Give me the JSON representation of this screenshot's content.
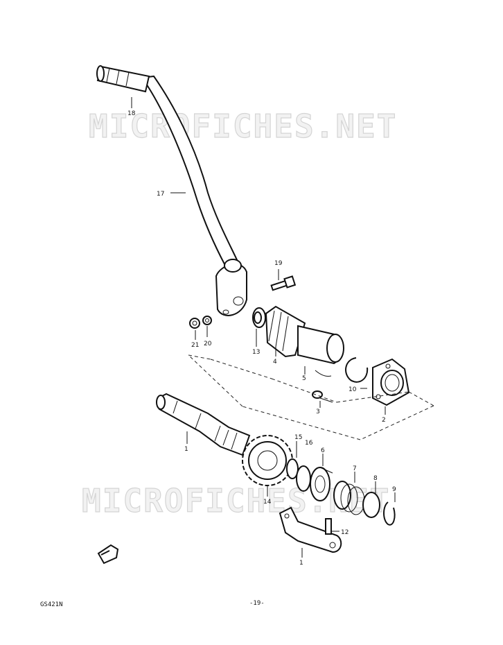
{
  "watermark": {
    "top": "MICROFICHES.NET",
    "bottom": "MICROFICHES.NET"
  },
  "part_labels": {
    "p1_shaft": "1",
    "p1_plate": "1",
    "p2": "2",
    "p3": "3",
    "p4": "4",
    "p5": "5",
    "p6": "6",
    "p7": "7",
    "p8": "8",
    "p9": "9",
    "p10": "10",
    "p12": "12",
    "p13": "13",
    "p14": "14",
    "p15": "15",
    "p16": "16",
    "p17": "17",
    "p18": "18",
    "p19": "19",
    "p20": "20",
    "p21": "21"
  },
  "footer": {
    "code": "GS421N",
    "page": "-19-"
  }
}
